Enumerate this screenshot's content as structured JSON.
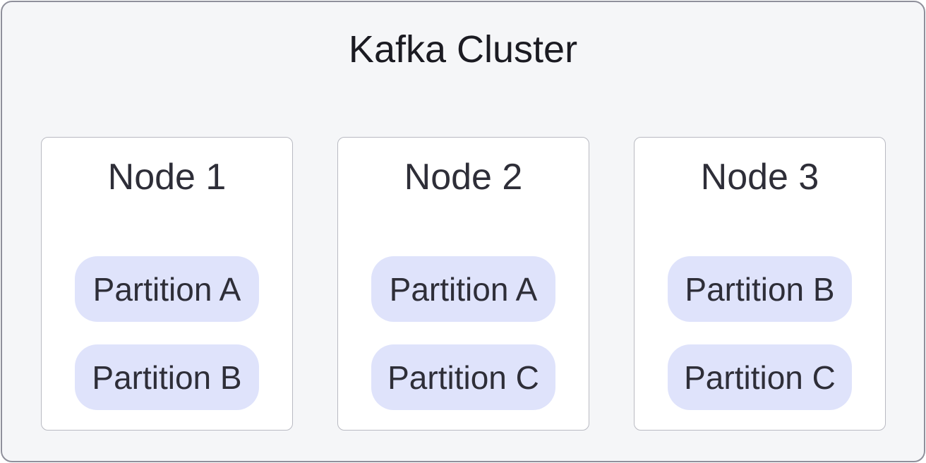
{
  "diagram": {
    "title": "Kafka Cluster",
    "nodes": [
      {
        "name": "Node 1",
        "partitions": [
          "Partition A",
          "Partition B"
        ]
      },
      {
        "name": "Node 2",
        "partitions": [
          "Partition A",
          "Partition C"
        ]
      },
      {
        "name": "Node 3",
        "partitions": [
          "Partition B",
          "Partition C"
        ]
      }
    ]
  },
  "colors": {
    "canvas_bg": "#f5f6f8",
    "outer_border": "#8f909b",
    "node_bg": "#ffffff",
    "node_border": "#b9bac2",
    "pill_bg": "#dfe3fb",
    "title_color": "#1b1b22",
    "text_color": "#2e2e38"
  }
}
